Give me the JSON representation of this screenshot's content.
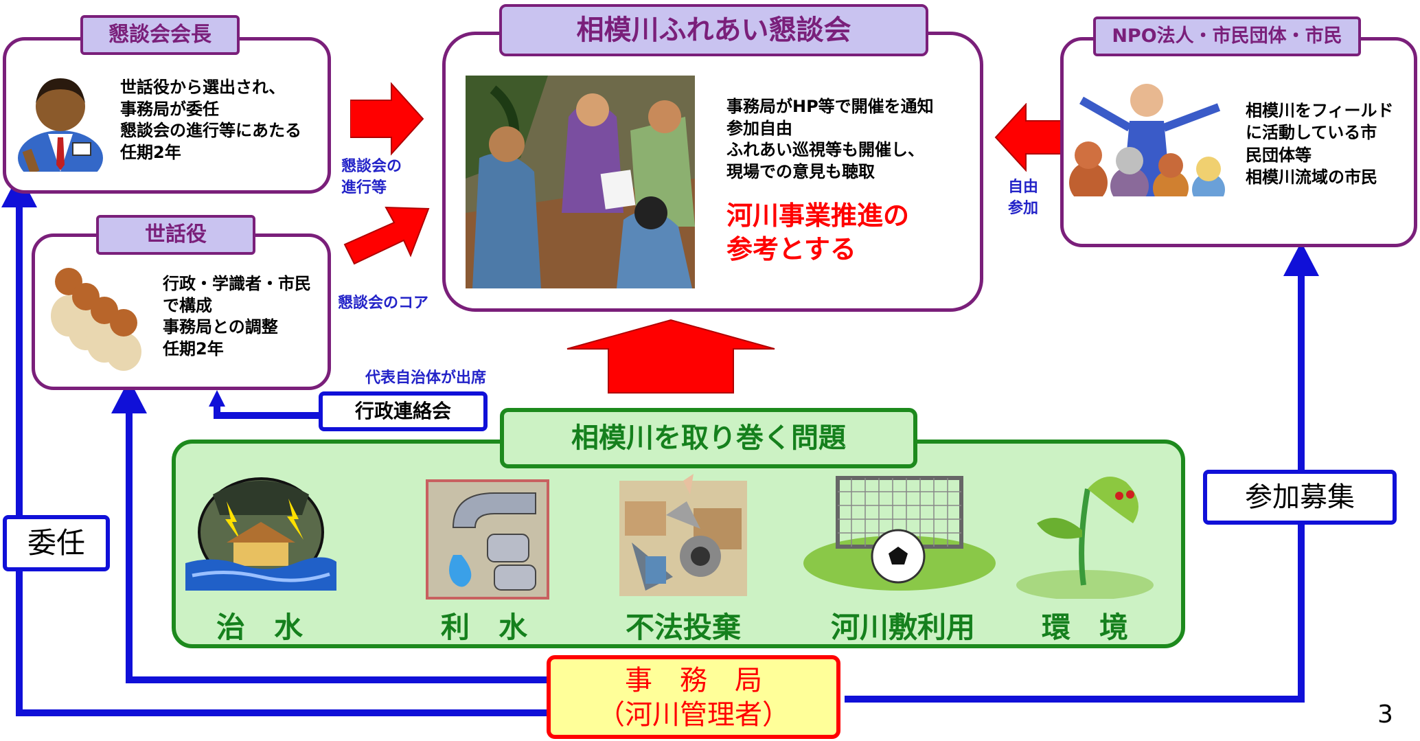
{
  "chair": {
    "tab": "懇談会会長",
    "lines": [
      "世話役から選出され、",
      "事務局が委任",
      "懇談会の進行等にあたる",
      "任期2年"
    ]
  },
  "sewayaku": {
    "tab": "世話役",
    "lines": [
      "行政・学識者・市民",
      "で構成",
      "事務局との調整",
      "任期2年"
    ]
  },
  "main": {
    "title": "相模川ふれあい懇談会",
    "lines": [
      "事務局がHP等で開催を通知",
      "参加自由",
      "ふれあい巡視等も開催し、",
      "現場での意見も聴取"
    ],
    "highlight": [
      "河川事業推進の",
      "参考とする"
    ]
  },
  "npo": {
    "tab": "NPO法人・市民団体・市民",
    "lines": [
      "相模川をフィールド",
      "に活動している市",
      "民団体等",
      "相模川流域の市民"
    ]
  },
  "arrow_labels": {
    "progress": [
      "懇談会の",
      "進行等"
    ],
    "core": "懇談会のコア",
    "free": [
      "自由",
      "参加"
    ],
    "municipal": "代表自治体が出席"
  },
  "liaison": "行政連絡会",
  "delegation": "委任",
  "recruit": "参加募集",
  "issues": {
    "title": "相模川を取り巻く問題",
    "items": [
      "治　水",
      "利　水",
      "不法投棄",
      "河川敷利用",
      "環　境"
    ]
  },
  "secretariat": {
    "line1": "事　務　局",
    "line2": "（河川管理者）"
  },
  "page_number": "3",
  "colors": {
    "purple_border": "#7a1f7a",
    "tab_fill": "#c9c3f0",
    "blue_arrow": "#1010d8",
    "red_arrow": "#ff0000",
    "green_border": "#1d8a1d",
    "green_fill": "#ccf2c4",
    "secretariat_fill": "#ffff99"
  }
}
